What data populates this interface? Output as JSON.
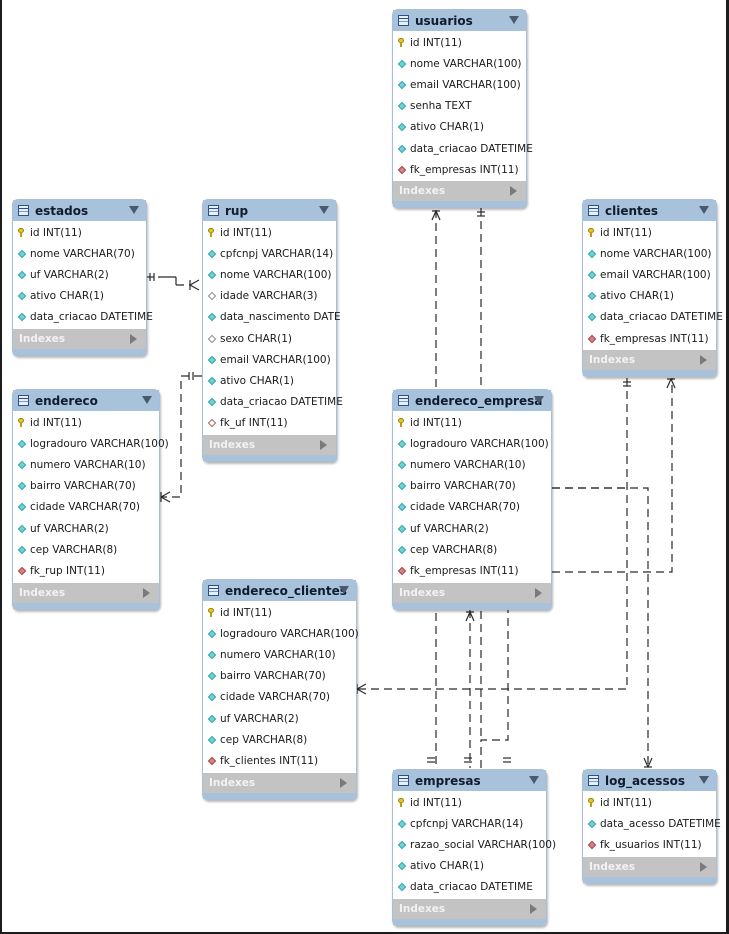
{
  "diagram": {
    "indexes_label": "Indexes",
    "tables": [
      {
        "id": "usuarios",
        "name": "usuarios",
        "columns": [
          {
            "text": "id INT(11)",
            "kind": "pk"
          },
          {
            "text": "nome VARCHAR(100)",
            "kind": "dia"
          },
          {
            "text": "email VARCHAR(100)",
            "kind": "dia"
          },
          {
            "text": "senha TEXT",
            "kind": "dia"
          },
          {
            "text": "ativo CHAR(1)",
            "kind": "dia"
          },
          {
            "text": "data_criacao DATETIME",
            "kind": "dia"
          },
          {
            "text": "fk_empresas INT(11)",
            "kind": "fk"
          }
        ]
      },
      {
        "id": "estados",
        "name": "estados",
        "columns": [
          {
            "text": "id INT(11)",
            "kind": "pk"
          },
          {
            "text": "nome VARCHAR(70)",
            "kind": "dia"
          },
          {
            "text": "uf VARCHAR(2)",
            "kind": "dia"
          },
          {
            "text": "ativo CHAR(1)",
            "kind": "dia"
          },
          {
            "text": "data_criacao DATETIME",
            "kind": "dia"
          }
        ]
      },
      {
        "id": "rup",
        "name": "rup",
        "columns": [
          {
            "text": "id INT(11)",
            "kind": "pk"
          },
          {
            "text": "cpfcnpj VARCHAR(14)",
            "kind": "dia"
          },
          {
            "text": "nome VARCHAR(100)",
            "kind": "dia"
          },
          {
            "text": "idade VARCHAR(3)",
            "kind": "dia-empty"
          },
          {
            "text": "data_nascimento DATE",
            "kind": "dia"
          },
          {
            "text": "sexo CHAR(1)",
            "kind": "dia-empty"
          },
          {
            "text": "email VARCHAR(100)",
            "kind": "dia"
          },
          {
            "text": "ativo CHAR(1)",
            "kind": "dia"
          },
          {
            "text": "data_criacao DATETIME",
            "kind": "dia"
          },
          {
            "text": "fk_uf INT(11)",
            "kind": "fk-empty"
          }
        ]
      },
      {
        "id": "clientes",
        "name": "clientes",
        "columns": [
          {
            "text": "id INT(11)",
            "kind": "pk"
          },
          {
            "text": "nome VARCHAR(100)",
            "kind": "dia"
          },
          {
            "text": "email VARCHAR(100)",
            "kind": "dia"
          },
          {
            "text": "ativo CHAR(1)",
            "kind": "dia"
          },
          {
            "text": "data_criacao DATETIME",
            "kind": "dia"
          },
          {
            "text": "fk_empresas INT(11)",
            "kind": "fk"
          }
        ]
      },
      {
        "id": "endereco",
        "name": "endereco",
        "columns": [
          {
            "text": "id INT(11)",
            "kind": "pk"
          },
          {
            "text": "logradouro VARCHAR(100)",
            "kind": "dia"
          },
          {
            "text": "numero VARCHAR(10)",
            "kind": "dia"
          },
          {
            "text": "bairro VARCHAR(70)",
            "kind": "dia"
          },
          {
            "text": "cidade VARCHAR(70)",
            "kind": "dia"
          },
          {
            "text": "uf VARCHAR(2)",
            "kind": "dia"
          },
          {
            "text": "cep VARCHAR(8)",
            "kind": "dia"
          },
          {
            "text": "fk_rup INT(11)",
            "kind": "fk"
          }
        ]
      },
      {
        "id": "endereco_empresa",
        "name": "endereco_empresa",
        "columns": [
          {
            "text": "id INT(11)",
            "kind": "pk"
          },
          {
            "text": "logradouro VARCHAR(100)",
            "kind": "dia"
          },
          {
            "text": "numero VARCHAR(10)",
            "kind": "dia"
          },
          {
            "text": "bairro VARCHAR(70)",
            "kind": "dia"
          },
          {
            "text": "cidade VARCHAR(70)",
            "kind": "dia"
          },
          {
            "text": "uf VARCHAR(2)",
            "kind": "dia"
          },
          {
            "text": "cep VARCHAR(8)",
            "kind": "dia"
          },
          {
            "text": "fk_empresas INT(11)",
            "kind": "fk"
          }
        ]
      },
      {
        "id": "endereco_clientes",
        "name": "endereco_clientes",
        "columns": [
          {
            "text": "id INT(11)",
            "kind": "pk"
          },
          {
            "text": "logradouro VARCHAR(100)",
            "kind": "dia"
          },
          {
            "text": "numero VARCHAR(10)",
            "kind": "dia"
          },
          {
            "text": "bairro VARCHAR(70)",
            "kind": "dia"
          },
          {
            "text": "cidade VARCHAR(70)",
            "kind": "dia"
          },
          {
            "text": "uf VARCHAR(2)",
            "kind": "dia"
          },
          {
            "text": "cep VARCHAR(8)",
            "kind": "dia"
          },
          {
            "text": "fk_clientes INT(11)",
            "kind": "fk"
          }
        ]
      },
      {
        "id": "empresas",
        "name": "empresas",
        "columns": [
          {
            "text": "id INT(11)",
            "kind": "pk"
          },
          {
            "text": "cpfcnpj VARCHAR(14)",
            "kind": "dia"
          },
          {
            "text": "razao_social VARCHAR(100)",
            "kind": "dia"
          },
          {
            "text": "ativo CHAR(1)",
            "kind": "dia"
          },
          {
            "text": "data_criacao DATETIME",
            "kind": "dia"
          }
        ]
      },
      {
        "id": "log_acessos",
        "name": "log_acessos",
        "columns": [
          {
            "text": "id INT(11)",
            "kind": "pk"
          },
          {
            "text": "data_acesso DATETIME",
            "kind": "dia"
          },
          {
            "text": "fk_usuarios INT(11)",
            "kind": "fk"
          }
        ]
      }
    ],
    "relationships": [
      {
        "from": "estados",
        "to": "rup"
      },
      {
        "from": "rup",
        "to": "endereco"
      },
      {
        "from": "empresas",
        "to": "usuarios"
      },
      {
        "from": "empresas",
        "to": "clientes"
      },
      {
        "from": "empresas",
        "to": "endereco_empresa"
      },
      {
        "from": "clientes",
        "to": "endereco_clientes"
      },
      {
        "from": "usuarios",
        "to": "log_acessos"
      }
    ]
  }
}
